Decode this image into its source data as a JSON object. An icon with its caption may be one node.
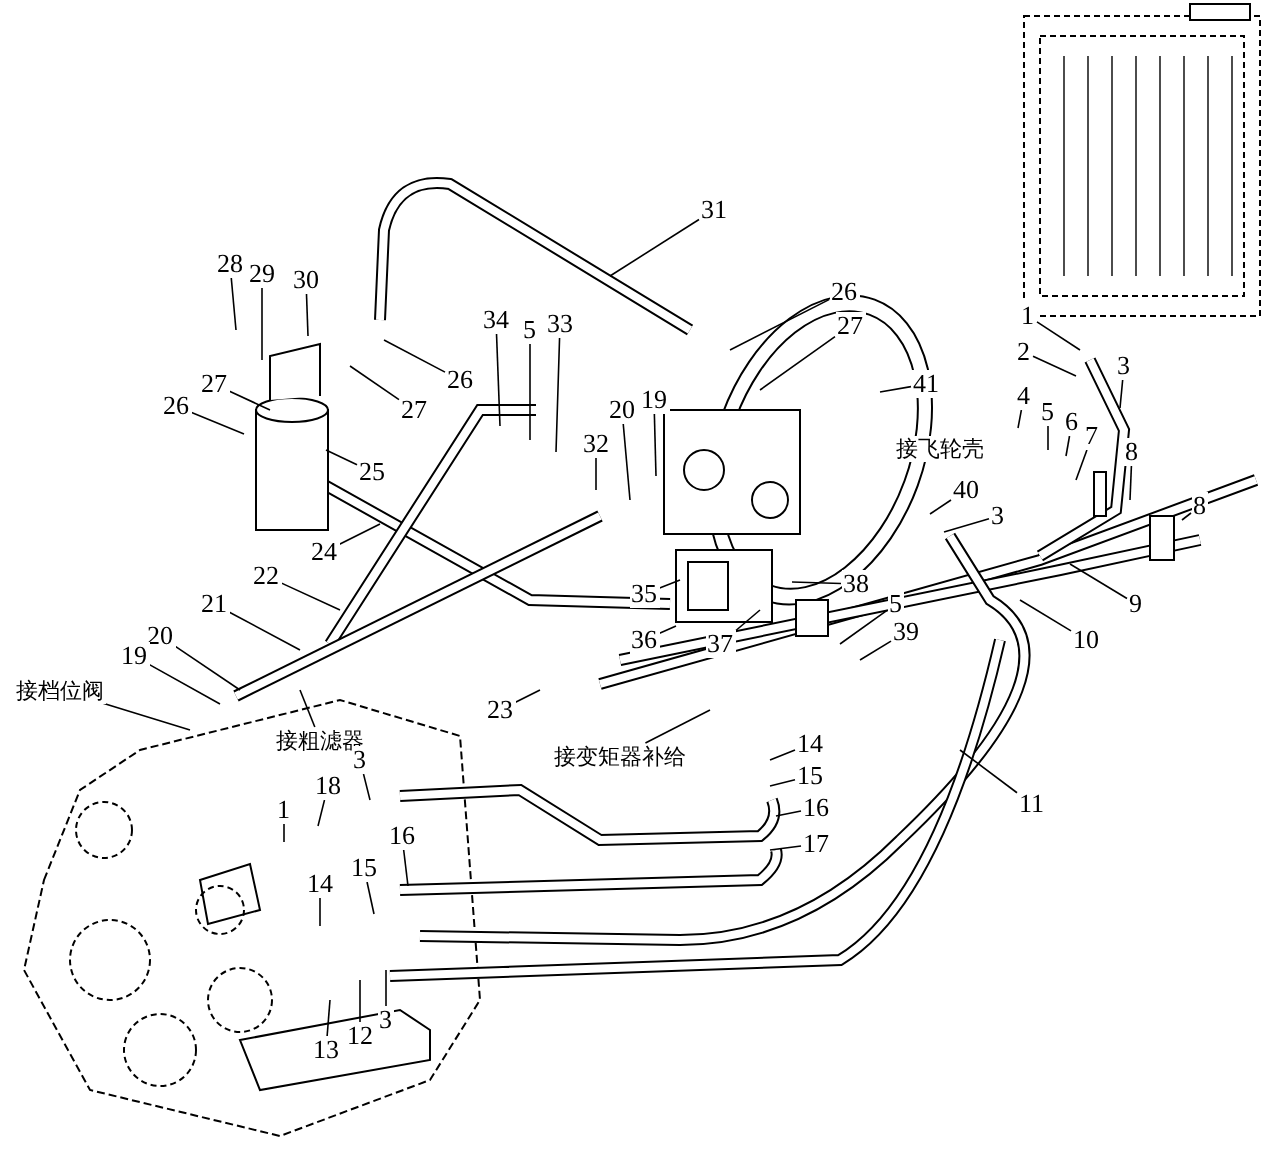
{
  "diagram": {
    "nodes": [
      {
        "text": [
          "28"
        ]
      },
      {
        "text": [
          "29"
        ]
      },
      {
        "text": [
          "30"
        ]
      },
      {
        "text": [
          "27"
        ]
      },
      {
        "text": [
          "26"
        ]
      },
      {
        "text": [
          "27"
        ]
      },
      {
        "text": [
          "26"
        ]
      },
      {
        "text": [
          "25"
        ]
      },
      {
        "text": [
          "24"
        ]
      },
      {
        "text": [
          "31"
        ]
      },
      {
        "text": [
          "26"
        ]
      },
      {
        "text": [
          "27"
        ]
      },
      {
        "text": [
          "41"
        ]
      },
      {
        "text": [
          "34"
        ]
      },
      {
        "text": [
          "5"
        ]
      },
      {
        "text": [
          "33"
        ]
      },
      {
        "text": [
          "32"
        ]
      },
      {
        "text": [
          "20"
        ]
      },
      {
        "text": [
          "19"
        ]
      },
      {
        "text": [
          "1"
        ]
      },
      {
        "text": [
          "2"
        ]
      },
      {
        "text": [
          "3"
        ]
      },
      {
        "text": [
          "4"
        ]
      },
      {
        "text": [
          "5"
        ]
      },
      {
        "text": [
          "6"
        ]
      },
      {
        "text": [
          "7"
        ]
      },
      {
        "text": [
          "8"
        ]
      },
      {
        "text": [
          "8"
        ]
      },
      {
        "text": [
          "40"
        ]
      },
      {
        "text": [
          "3"
        ]
      },
      {
        "text": [
          "9"
        ]
      },
      {
        "text": [
          "10"
        ]
      },
      {
        "text": [
          "38"
        ]
      },
      {
        "text": [
          "5"
        ]
      },
      {
        "text": [
          "39"
        ]
      },
      {
        "text": [
          "35"
        ]
      },
      {
        "text": [
          "36"
        ]
      },
      {
        "text": [
          "37"
        ]
      },
      {
        "text": [
          "11"
        ]
      },
      {
        "text": [
          "14"
        ]
      },
      {
        "text": [
          "15"
        ]
      },
      {
        "text": [
          "16"
        ]
      },
      {
        "text": [
          "17"
        ]
      },
      {
        "text": [
          "23"
        ]
      },
      {
        "text": [
          "接变矩器补给"
        ]
      },
      {
        "text": [
          "22"
        ]
      },
      {
        "text": [
          "21"
        ]
      },
      {
        "text": [
          "20"
        ]
      },
      {
        "text": [
          "19"
        ]
      },
      {
        "text": [
          "接档位阀"
        ]
      },
      {
        "text": [
          "接粗滤器"
        ]
      },
      {
        "text": [
          "1"
        ]
      },
      {
        "text": [
          "18"
        ]
      },
      {
        "text": [
          "3"
        ]
      },
      {
        "text": [
          "14"
        ]
      },
      {
        "text": [
          "15"
        ]
      },
      {
        "text": [
          "16"
        ]
      },
      {
        "text": [
          "13"
        ]
      },
      {
        "text": [
          "12"
        ]
      },
      {
        "text": [
          "3"
        ]
      },
      {
        "text": [
          "接飞轮壳"
        ]
      }
    ],
    "edges": [
      {
        "from": 0,
        "to": null,
        "arrow": "none"
      },
      {
        "from": 1,
        "to": null,
        "arrow": "none"
      },
      {
        "from": 2,
        "to": null,
        "arrow": "none"
      },
      {
        "from": 3,
        "to": null,
        "arrow": "none"
      },
      {
        "from": 4,
        "to": null,
        "arrow": "none"
      },
      {
        "from": 5,
        "to": null,
        "arrow": "none"
      },
      {
        "from": 6,
        "to": null,
        "arrow": "none"
      },
      {
        "from": 7,
        "to": null,
        "arrow": "none"
      },
      {
        "from": 8,
        "to": null,
        "arrow": "none"
      },
      {
        "from": 9,
        "to": null,
        "arrow": "none"
      },
      {
        "from": 10,
        "to": null,
        "arrow": "none"
      },
      {
        "from": 11,
        "to": null,
        "arrow": "none"
      },
      {
        "from": 12,
        "to": null,
        "arrow": "none"
      },
      {
        "from": 13,
        "to": null,
        "arrow": "none"
      },
      {
        "from": 14,
        "to": null,
        "arrow": "none"
      },
      {
        "from": 15,
        "to": null,
        "arrow": "none"
      },
      {
        "from": 16,
        "to": null,
        "arrow": "none"
      },
      {
        "from": 17,
        "to": null,
        "arrow": "none"
      },
      {
        "from": 18,
        "to": null,
        "arrow": "none"
      },
      {
        "from": 19,
        "to": null,
        "arrow": "none"
      },
      {
        "from": 20,
        "to": null,
        "arrow": "none"
      },
      {
        "from": 21,
        "to": null,
        "arrow": "none"
      },
      {
        "from": 22,
        "to": null,
        "arrow": "none"
      },
      {
        "from": 23,
        "to": null,
        "arrow": "none"
      },
      {
        "from": 24,
        "to": null,
        "arrow": "none"
      },
      {
        "from": 25,
        "to": null,
        "arrow": "none"
      },
      {
        "from": 26,
        "to": null,
        "arrow": "none"
      },
      {
        "from": 27,
        "to": null,
        "arrow": "none"
      },
      {
        "from": 28,
        "to": null,
        "arrow": "none"
      },
      {
        "from": 29,
        "to": null,
        "arrow": "none"
      },
      {
        "from": 30,
        "to": null,
        "arrow": "none"
      },
      {
        "from": 31,
        "to": null,
        "arrow": "none"
      },
      {
        "from": 32,
        "to": null,
        "arrow": "none"
      },
      {
        "from": 33,
        "to": null,
        "arrow": "none"
      },
      {
        "from": 34,
        "to": null,
        "arrow": "none"
      },
      {
        "from": 35,
        "to": null,
        "arrow": "none"
      },
      {
        "from": 36,
        "to": null,
        "arrow": "none"
      },
      {
        "from": 37,
        "to": null,
        "arrow": "none"
      },
      {
        "from": 38,
        "to": null,
        "arrow": "none"
      },
      {
        "from": 39,
        "to": null,
        "arrow": "none"
      },
      {
        "from": 40,
        "to": null,
        "arrow": "none"
      },
      {
        "from": 41,
        "to": null,
        "arrow": "none"
      },
      {
        "from": 42,
        "to": null,
        "arrow": "none"
      },
      {
        "from": 43,
        "to": null,
        "arrow": "none"
      },
      {
        "from": 44,
        "to": null,
        "arrow": "none"
      },
      {
        "from": 45,
        "to": null,
        "arrow": "none"
      },
      {
        "from": 46,
        "to": null,
        "arrow": "none"
      },
      {
        "from": 47,
        "to": null,
        "arrow": "none"
      },
      {
        "from": 48,
        "to": null,
        "arrow": "none"
      },
      {
        "from": 49,
        "to": null,
        "arrow": "none"
      },
      {
        "from": 50,
        "to": null,
        "arrow": "none"
      },
      {
        "from": 51,
        "to": null,
        "arrow": "none"
      },
      {
        "from": 52,
        "to": null,
        "arrow": "none"
      },
      {
        "from": 53,
        "to": null,
        "arrow": "none"
      },
      {
        "from": 54,
        "to": null,
        "arrow": "none"
      },
      {
        "from": 55,
        "to": null,
        "arrow": "none"
      },
      {
        "from": 56,
        "to": null,
        "arrow": "none"
      },
      {
        "from": 57,
        "to": null,
        "arrow": "none"
      },
      {
        "from": 58,
        "to": null,
        "arrow": "none"
      },
      {
        "from": 59,
        "to": null,
        "arrow": "none"
      }
    ]
  }
}
